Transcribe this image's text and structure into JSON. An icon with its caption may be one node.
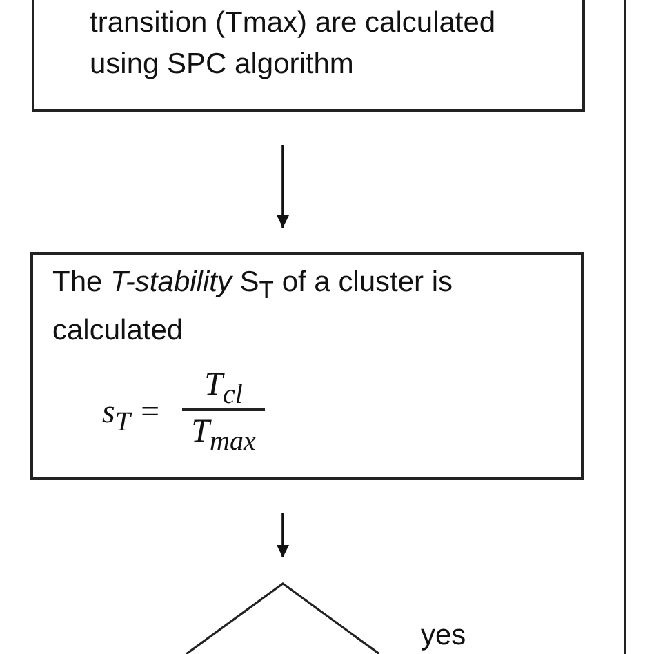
{
  "diagram": {
    "nodes": [
      {
        "text": [
          "transition (Tmax) are calculated using SPC algorithm"
        ]
      },
      {
        "text": [
          "The *T-stability* S$_{T}$ of a cluster is calculated",
          "s$_{T}$ =",
          "T$_{cl}$",
          "T$_{max}$"
        ]
      },
      {
        "text": [],
        "shape": "diamond"
      }
    ],
    "edges": [
      {
        "from": 0,
        "to": 1,
        "arrow": "to"
      },
      {
        "from": 1,
        "to": 2,
        "arrow": "to"
      }
    ],
    "labels": [
      "yes"
    ]
  }
}
